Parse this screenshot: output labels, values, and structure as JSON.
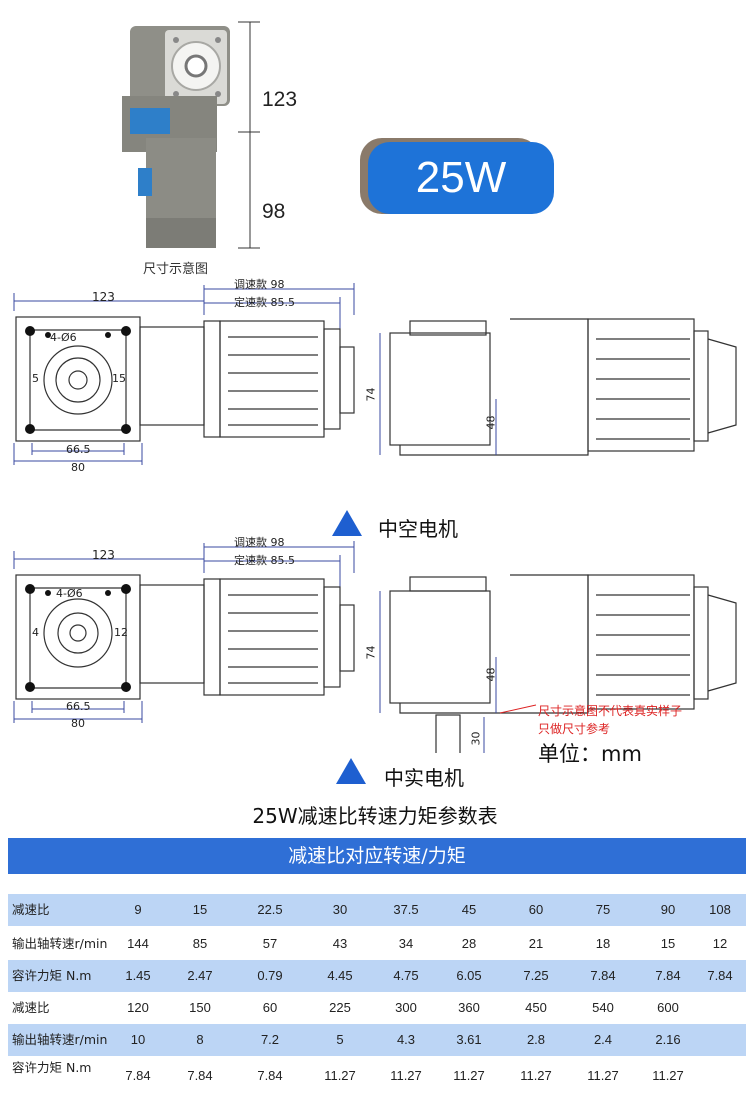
{
  "top": {
    "dim_upper": "123",
    "dim_lower": "98",
    "badge": "25W",
    "photo_caption": "尺寸示意图"
  },
  "drawing1": {
    "width_label": "123",
    "adjust_label": "调速款 98",
    "fixed_label": "定速款 85.5",
    "holes_label": "4-Ø6",
    "shaft_left": "5",
    "shaft_right": "15",
    "inner_width": "66.5",
    "outer_width": "80",
    "height_label": "74",
    "center_label": "48",
    "title": "中空电机"
  },
  "drawing2": {
    "width_label": "123",
    "adjust_label": "调速款 98",
    "fixed_label": "定速款 85.5",
    "holes_label": "4-Ø6",
    "shaft_left": "4",
    "shaft_right": "12",
    "inner_width": "66.5",
    "outer_width": "80",
    "height_label": "74",
    "center_label": "48",
    "shaft_length": "30",
    "note_line1": "尺寸示意图不代表真实样子",
    "note_line2": "只做尺寸参考",
    "unit": "单位：mm",
    "title": "中实电机"
  },
  "table": {
    "title": "25W减速比转速力矩参数表",
    "header": "减速比对应转速/力矩",
    "rows": [
      {
        "label": "减速比",
        "values": [
          "9",
          "15",
          "22.5",
          "30",
          "37.5",
          "45",
          "60",
          "75",
          "90",
          "108"
        ]
      },
      {
        "label": "输出轴转速r/min",
        "values": [
          "144",
          "85",
          "57",
          "43",
          "34",
          "28",
          "21",
          "18",
          "15",
          "12"
        ]
      },
      {
        "label": "容许力矩 N.m",
        "values": [
          "1.45",
          "2.47",
          "0.79",
          "4.45",
          "4.75",
          "6.05",
          "7.25",
          "7.84",
          "7.84",
          "7.84"
        ]
      },
      {
        "label": "减速比",
        "values": [
          "120",
          "150",
          "60",
          "225",
          "300",
          "360",
          "450",
          "540",
          "600",
          ""
        ]
      },
      {
        "label": "输出轴转速r/min",
        "values": [
          "10",
          "8",
          "7.2",
          "5",
          "4.3",
          "3.61",
          "2.8",
          "2.4",
          "2.16",
          ""
        ]
      },
      {
        "label": "容许力矩 N.m",
        "values": [
          "7.84",
          "7.84",
          "7.84",
          "11.27",
          "11.27",
          "11.27",
          "11.27",
          "11.27",
          "11.27",
          ""
        ]
      }
    ]
  },
  "colors": {
    "accent": "#1e73d8",
    "table_shade": "#bcd5f5",
    "line_blue": "#3a4aa0",
    "note_red": "#dd2222"
  }
}
